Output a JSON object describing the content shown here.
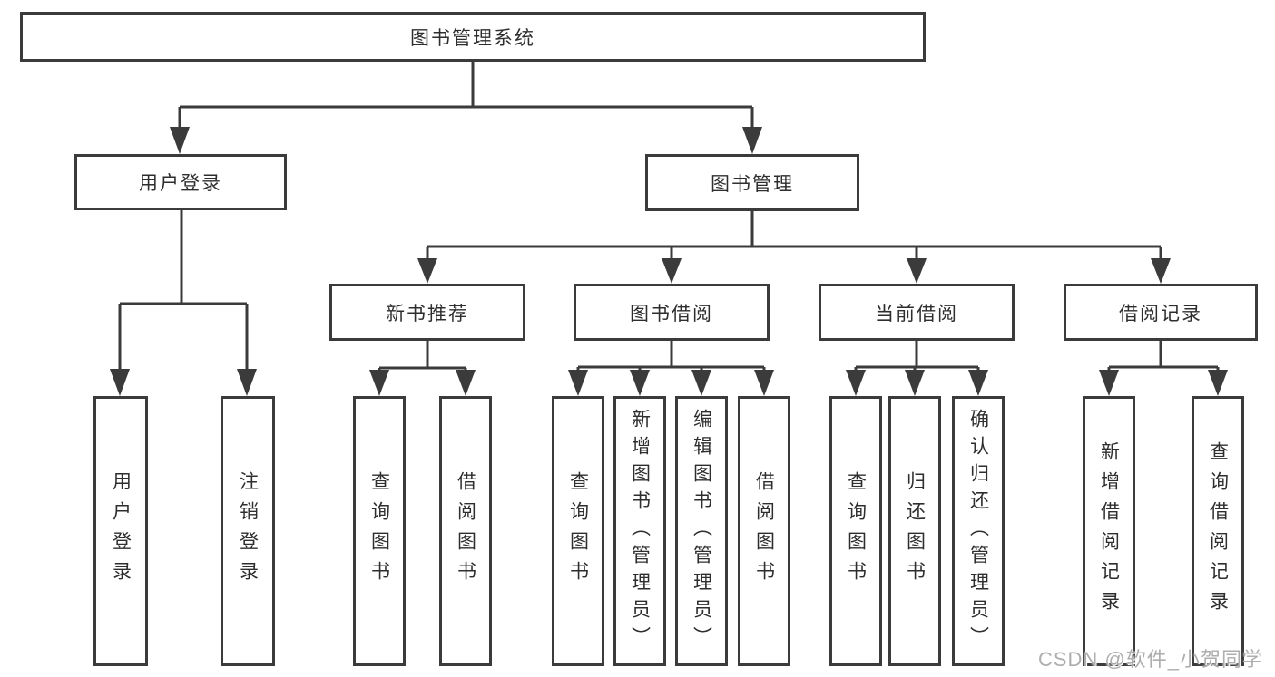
{
  "diagram": {
    "root": {
      "label": "图书管理系统"
    },
    "level1": [
      {
        "label": "用户登录"
      },
      {
        "label": "图书管理"
      }
    ],
    "level2": [
      {
        "label": "新书推荐"
      },
      {
        "label": "图书借阅"
      },
      {
        "label": "当前借阅"
      },
      {
        "label": "借阅记录"
      }
    ],
    "leaves": {
      "user_login": [
        "用户登录",
        "注销登录"
      ],
      "new_book": [
        "查询图书",
        "借阅图书"
      ],
      "book_borrow": [
        "查询图书",
        "新增图书（管理员）",
        "编辑图书（管理员）",
        "借阅图书"
      ],
      "current_borrow": [
        "查询图书",
        "归还图书",
        "确认归还（管理员）"
      ],
      "borrow_record": [
        "新增借阅记录",
        "查询借阅记录"
      ]
    },
    "watermark": "CSDN @软件_小贺同学",
    "colors": {
      "line": "#3b3b3b",
      "text": "#2e2e2e",
      "box_background": "#ffffff",
      "background": "#ffffff",
      "watermark": "#aeaeae"
    }
  }
}
